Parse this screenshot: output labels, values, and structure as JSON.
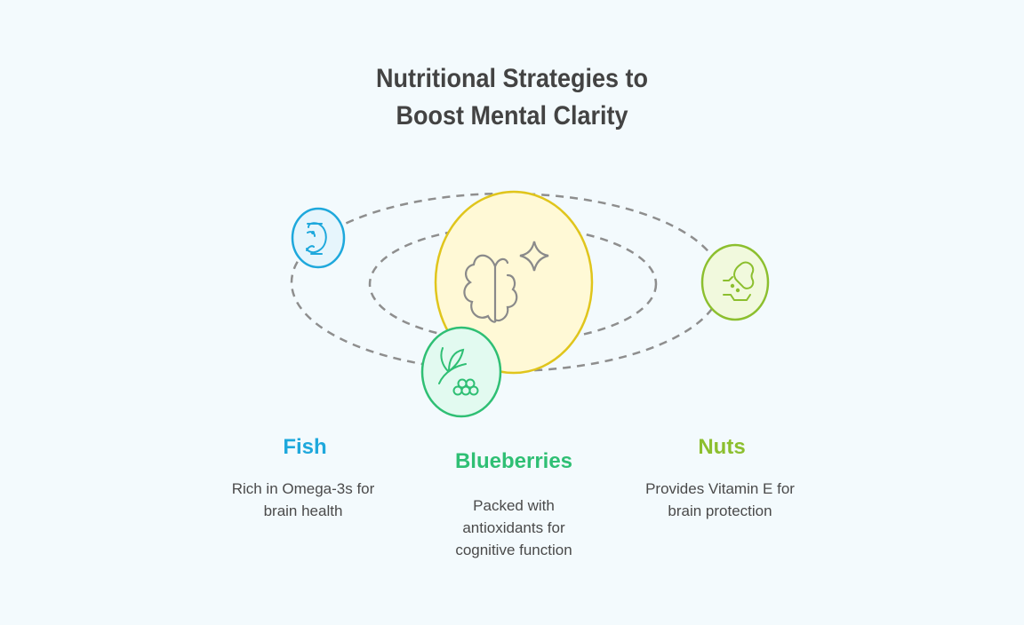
{
  "title": {
    "line1": "Nutritional Strategies to",
    "line2": "Boost Mental Clarity"
  },
  "colors": {
    "fish": "#1ea8dc",
    "blueberries": "#2fbf74",
    "nuts": "#8cbf2e",
    "center": "#e0c51c",
    "background": "#f3fafd"
  },
  "center": {
    "icon": "brain-sparkle-icon"
  },
  "items": [
    {
      "label": "Fish",
      "icon": "shrimp-icon",
      "desc_lines": [
        "Rich in Omega-3s for",
        "brain health"
      ]
    },
    {
      "label": "Blueberries",
      "icon": "leaf-berries-icon",
      "desc_lines": [
        "Packed with",
        "antioxidants for",
        "cognitive function"
      ]
    },
    {
      "label": "Nuts",
      "icon": "peanut-icon",
      "desc_lines": [
        "Provides Vitamin E for",
        "brain protection"
      ]
    }
  ]
}
